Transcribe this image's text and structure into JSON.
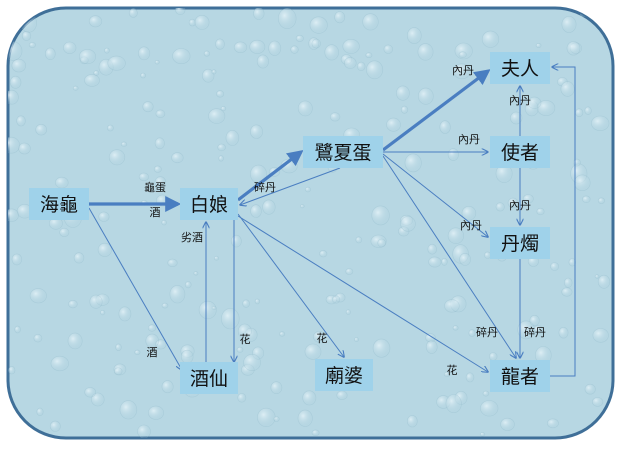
{
  "nodes": [
    {
      "id": "haigui",
      "label": "海龜"
    },
    {
      "id": "bainiang",
      "label": "白娘"
    },
    {
      "id": "ludan",
      "label": "鷺夏蛋"
    },
    {
      "id": "furen",
      "label": "夫人"
    },
    {
      "id": "shizhe",
      "label": "使者"
    },
    {
      "id": "danzhu",
      "label": "丹燭"
    },
    {
      "id": "jiuxian",
      "label": "酒仙"
    },
    {
      "id": "miaopo",
      "label": "廟婆"
    },
    {
      "id": "longzhe",
      "label": "龍者"
    }
  ],
  "edges": [
    {
      "id": "e1",
      "from": "haigui",
      "to": "bainiang",
      "labels": [
        "龜蛋",
        "酒"
      ],
      "emphasis": true
    },
    {
      "id": "e2",
      "from": "haigui",
      "to": "jiuxian",
      "labels": [
        "酒"
      ],
      "emphasis": false
    },
    {
      "id": "e3",
      "from": "bainiang",
      "to": "ludan",
      "labels": [],
      "emphasis": true
    },
    {
      "id": "e4",
      "from": "ludan",
      "to": "bainiang",
      "labels": [
        "碎丹"
      ],
      "emphasis": false
    },
    {
      "id": "e5",
      "from": "ludan",
      "to": "furen",
      "labels": [
        "內丹"
      ],
      "emphasis": true
    },
    {
      "id": "e6",
      "from": "ludan",
      "to": "shizhe",
      "labels": [
        "內丹"
      ],
      "emphasis": false
    },
    {
      "id": "e7",
      "from": "ludan",
      "to": "danzhu",
      "labels": [
        "內丹"
      ],
      "emphasis": false
    },
    {
      "id": "e8",
      "from": "ludan",
      "to": "longzhe",
      "labels": [
        "碎丹"
      ],
      "emphasis": false
    },
    {
      "id": "e9",
      "from": "shizhe",
      "to": "furen",
      "labels": [
        "內丹"
      ],
      "emphasis": false
    },
    {
      "id": "e10",
      "from": "shizhe",
      "to": "danzhu",
      "labels": [
        "內丹"
      ],
      "emphasis": false
    },
    {
      "id": "e11",
      "from": "danzhu",
      "to": "longzhe",
      "labels": [
        "碎丹"
      ],
      "emphasis": false
    },
    {
      "id": "e12",
      "from": "bainiang",
      "to": "miaopo",
      "labels": [
        "花"
      ],
      "emphasis": false
    },
    {
      "id": "e13",
      "from": "bainiang",
      "to": "longzhe",
      "labels": [
        "花"
      ],
      "emphasis": false
    },
    {
      "id": "e14",
      "from": "bainiang",
      "to": "jiuxian",
      "labels": [
        "花"
      ],
      "emphasis": false
    },
    {
      "id": "e15",
      "from": "jiuxian",
      "to": "bainiang",
      "labels": [
        "劣酒"
      ],
      "emphasis": false
    },
    {
      "id": "e16",
      "from": "longzhe",
      "to": "furen",
      "labels": [],
      "emphasis": false
    }
  ],
  "colors": {
    "background": "#b7d7e3",
    "border": "#3f6f98",
    "node_fill": "#9fd2ea",
    "edge": "#4a7ec1",
    "text": "#111111"
  }
}
